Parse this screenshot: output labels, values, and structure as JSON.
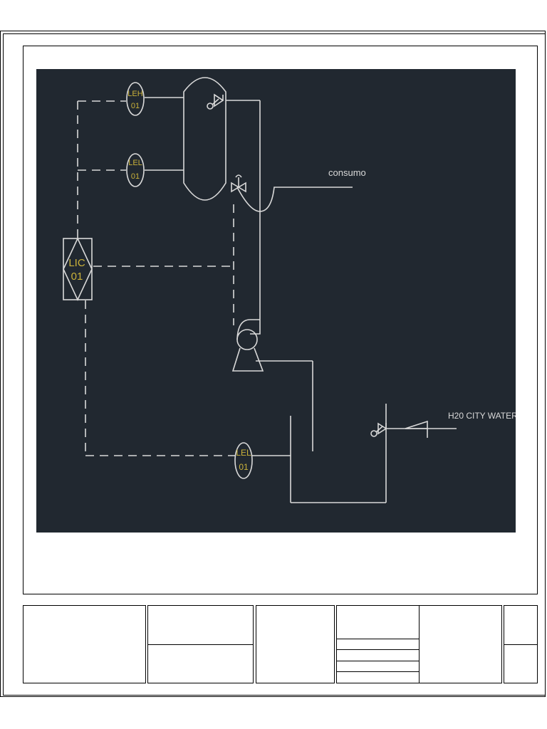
{
  "diagram": {
    "labels": {
      "consumo": "consumo",
      "city_water": "H20 CITY WATER"
    },
    "instruments": [
      {
        "id": "leh01",
        "tag": "LEH",
        "number": "01"
      },
      {
        "id": "lel01_top",
        "tag": "LEL",
        "number": "01"
      },
      {
        "id": "lic01",
        "tag": "LIC",
        "number": "01"
      },
      {
        "id": "lel01_bottom",
        "tag": "LEL",
        "number": "01"
      }
    ],
    "colors": {
      "background": "#212830",
      "lines": "#d9d9d9",
      "instrument_text": "#c9b13a"
    }
  }
}
